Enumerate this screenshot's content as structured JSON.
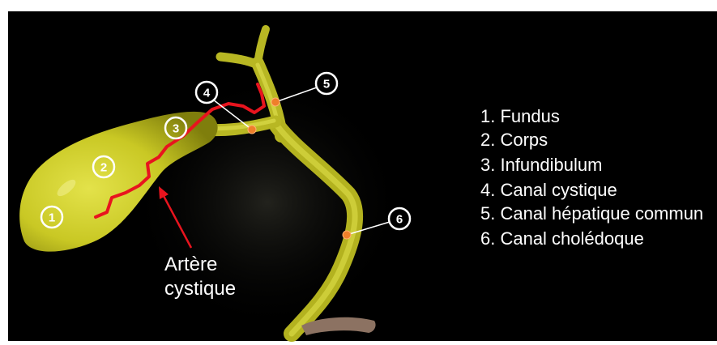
{
  "colors": {
    "background": "#000000",
    "frame": "#ffffff",
    "organ": "#c9c824",
    "artery": "#e8141e",
    "marker_dot": "#ef7f2a",
    "label_ring": "#ffffff",
    "text": "#ffffff"
  },
  "labels": [
    "1",
    "2",
    "3",
    "4",
    "5",
    "6"
  ],
  "legend": [
    "1. Fundus",
    "2. Corps",
    "3. Infundibulum",
    "4. Canal cystique",
    "5. Canal hépatique commun",
    "6. Canal cholédoque"
  ],
  "annotation": {
    "line1": "Artère",
    "line2": "cystique"
  }
}
